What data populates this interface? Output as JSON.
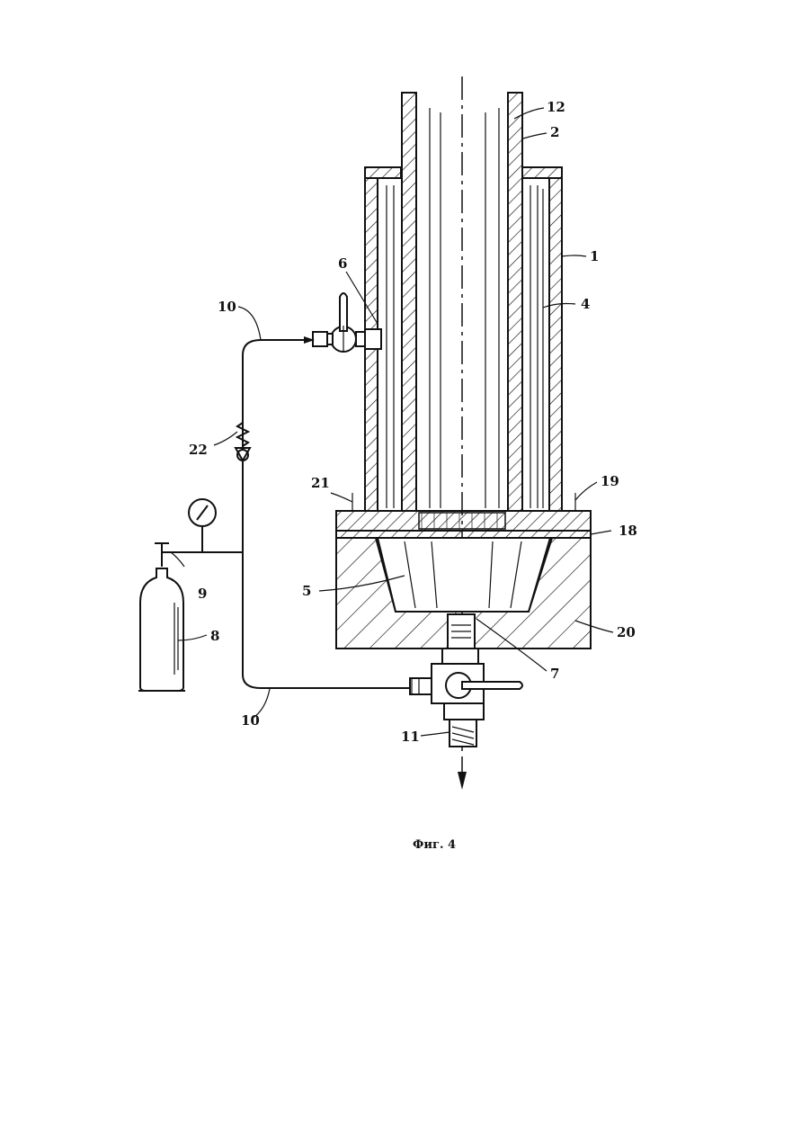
{
  "figure": {
    "caption": "Фиг. 4",
    "labels": {
      "l12": "12",
      "l2": "2",
      "l1": "1",
      "l4": "4",
      "l6": "6",
      "l10a": "10",
      "l10b": "10",
      "l22": "22",
      "l21": "21",
      "l19": "19",
      "l18": "18",
      "l9": "9",
      "l5": "5",
      "l8": "8",
      "l20": "20",
      "l7": "7",
      "l11": "11"
    }
  }
}
